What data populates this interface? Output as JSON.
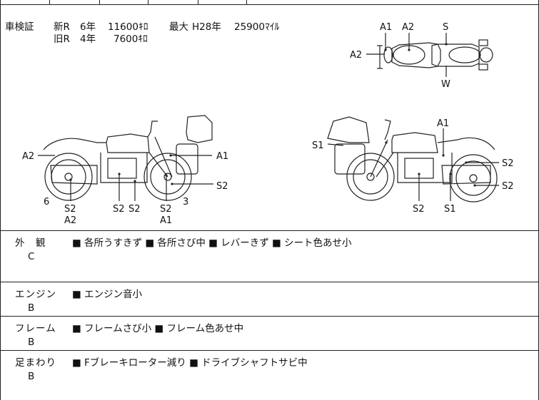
{
  "inspection": {
    "label": "車検証",
    "new_label": "新R",
    "new_years": "6年",
    "new_cc": "11600ｷﾛ",
    "max_label": "最大",
    "max_year": "H28年",
    "max_miles": "25900ﾏｲﾙ",
    "old_label": "旧R",
    "old_years": "4年",
    "old_cc": "7600ｷﾛ"
  },
  "top_view": {
    "labels": [
      "A1",
      "A2",
      "S",
      "A2",
      "W"
    ]
  },
  "left_view": {
    "labels": [
      "A2",
      "A1",
      "S2",
      "6",
      "3",
      "S2",
      "A2",
      "S2",
      "S2",
      "S2",
      "A1"
    ]
  },
  "right_view": {
    "labels": [
      "A1",
      "S1",
      "S2",
      "S2",
      "S2",
      "S1"
    ]
  },
  "sections": [
    {
      "name": "外　観",
      "grade": "C",
      "text": "■ 各所うすきず ■ 各所さび中 ■ レバーきず ■ シート色あせ小"
    },
    {
      "name": "エンジン",
      "grade": "B",
      "text": "■ エンジン音小"
    },
    {
      "name": "フレーム",
      "grade": "B",
      "text": "■ フレームさび小 ■ フレーム色あせ中"
    },
    {
      "name": "足まわり",
      "grade": "B",
      "text": "■ Fブレーキローター減り ■ ドライブシャフトサビ中"
    }
  ],
  "colors": {
    "line": "#222222",
    "text": "#111111",
    "background": "#ffffff"
  }
}
